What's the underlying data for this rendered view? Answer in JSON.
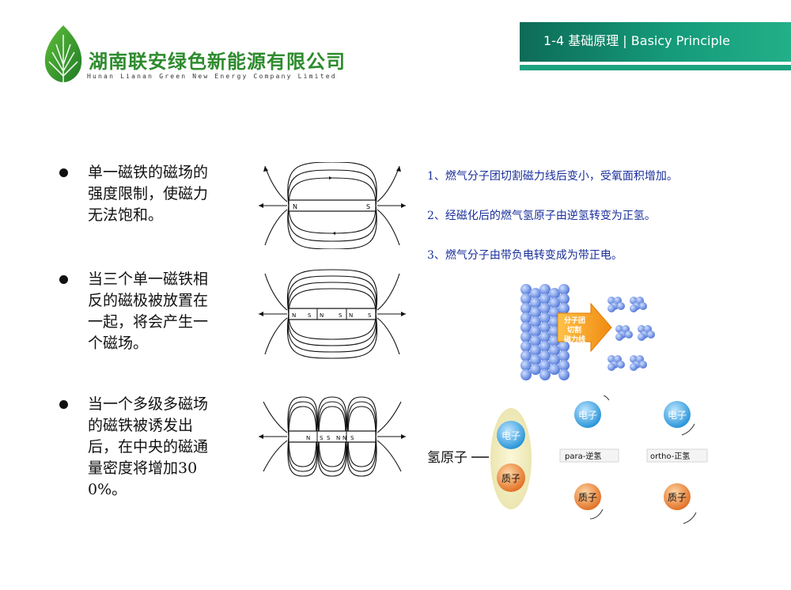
{
  "company": {
    "name_cn": "湖南联安绿色新能源有限公司",
    "name_en": "Hunan Lianan Green New Energy Company Limited"
  },
  "banner": {
    "title": "1-4  基础原理 | Basicy Principle"
  },
  "bullets": [
    "单一磁铁的磁场的强度限制，使磁力无法饱和。",
    "当三个单一磁铁相反的磁极被放置在一起，将会产生一个磁场。",
    "当一个多级多磁场的磁铁被诱发出后，在中央的磁通量密度将增加300%。"
  ],
  "magnets": {
    "single": [
      "N",
      "S"
    ],
    "triple": [
      "N",
      "S",
      "N",
      "S",
      "N",
      "S"
    ],
    "multi": [
      "N",
      "S",
      "S",
      "N",
      "N",
      "S"
    ]
  },
  "effects": [
    "1、燃气分子团切割磁力线后变小，受氧面积增加。",
    "2、经磁化后的燃气氢原子由逆氢转变为正氢。",
    "3、燃气分子由带负电转变成为带正电。"
  ],
  "cluster": {
    "arrow_label": [
      "分子团",
      "切割",
      "磁力线"
    ]
  },
  "hydrogen": {
    "atom_label": "氢原子",
    "electron": "电子",
    "proton": "质子",
    "para_label": "para-逆氢",
    "ortho_label": "ortho-正氢"
  },
  "colors": {
    "brand_green": "#2e8b2e",
    "banner": "#159a7a",
    "effect_text": "#1a2f9a",
    "arrow_orange": "#f39a1a",
    "electron_blue": "#2b9fdc",
    "proton_orange": "#e6792a"
  }
}
